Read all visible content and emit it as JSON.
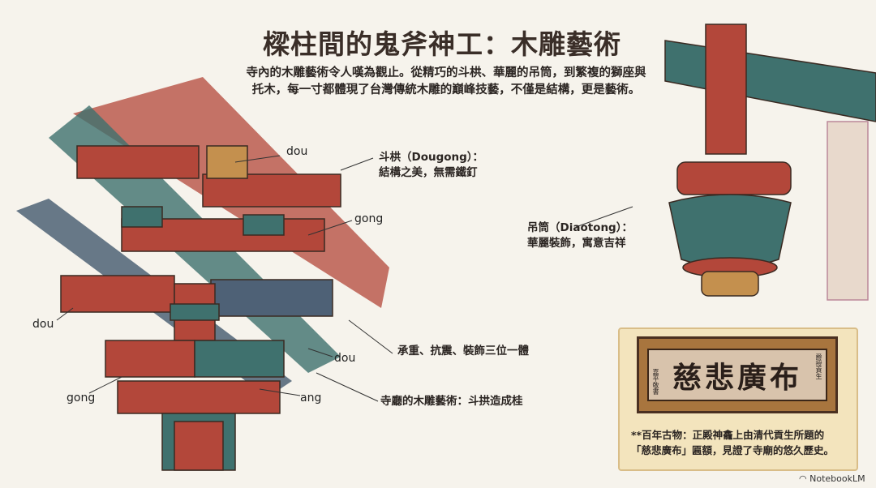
{
  "title": "樑柱間的鬼斧神工：木雕藝術",
  "intro": "寺內的木雕藝術令人嘆為觀止。從精巧的斗栱、華麗的吊筒，到繁複的獅座與托木，每一寸都體現了台灣傳統木雕的巔峰技藝，不僅是結構，更是藝術。",
  "dougong_labels": {
    "dou_top": "dou",
    "gong_right": "gong",
    "dou_left": "dou",
    "dou_lower": "dou",
    "gong_bottom": "gong",
    "ang": "ang"
  },
  "callouts": {
    "dougong_title": "斗栱（Dougong）：",
    "dougong_desc": "結構之美，無需鐵釘",
    "diaotong_title": "吊筒（Diaotong）：",
    "diaotong_desc": "華麗裝飾，寓意吉祥",
    "function": "承重、抗震、裝飾三位一體",
    "art": "寺廳的木雕藝術：斗拱造成桂"
  },
  "plaque": {
    "inscription": "慈悲廣布",
    "side_right": "爵授貢生",
    "side_left": "嘉平敬書",
    "caption_line1": "**百年古物：正殿神龕上由清代貢生所題的",
    "caption_line2": "「慈悲廣布」匾額，見證了寺廟的悠久歷史。"
  },
  "brand": "NotebookLM",
  "colors": {
    "red": "#b3473a",
    "teal": "#3f716e",
    "slate": "#4e6176",
    "wood": "#c4904e",
    "paper": "#f6f3ec"
  }
}
